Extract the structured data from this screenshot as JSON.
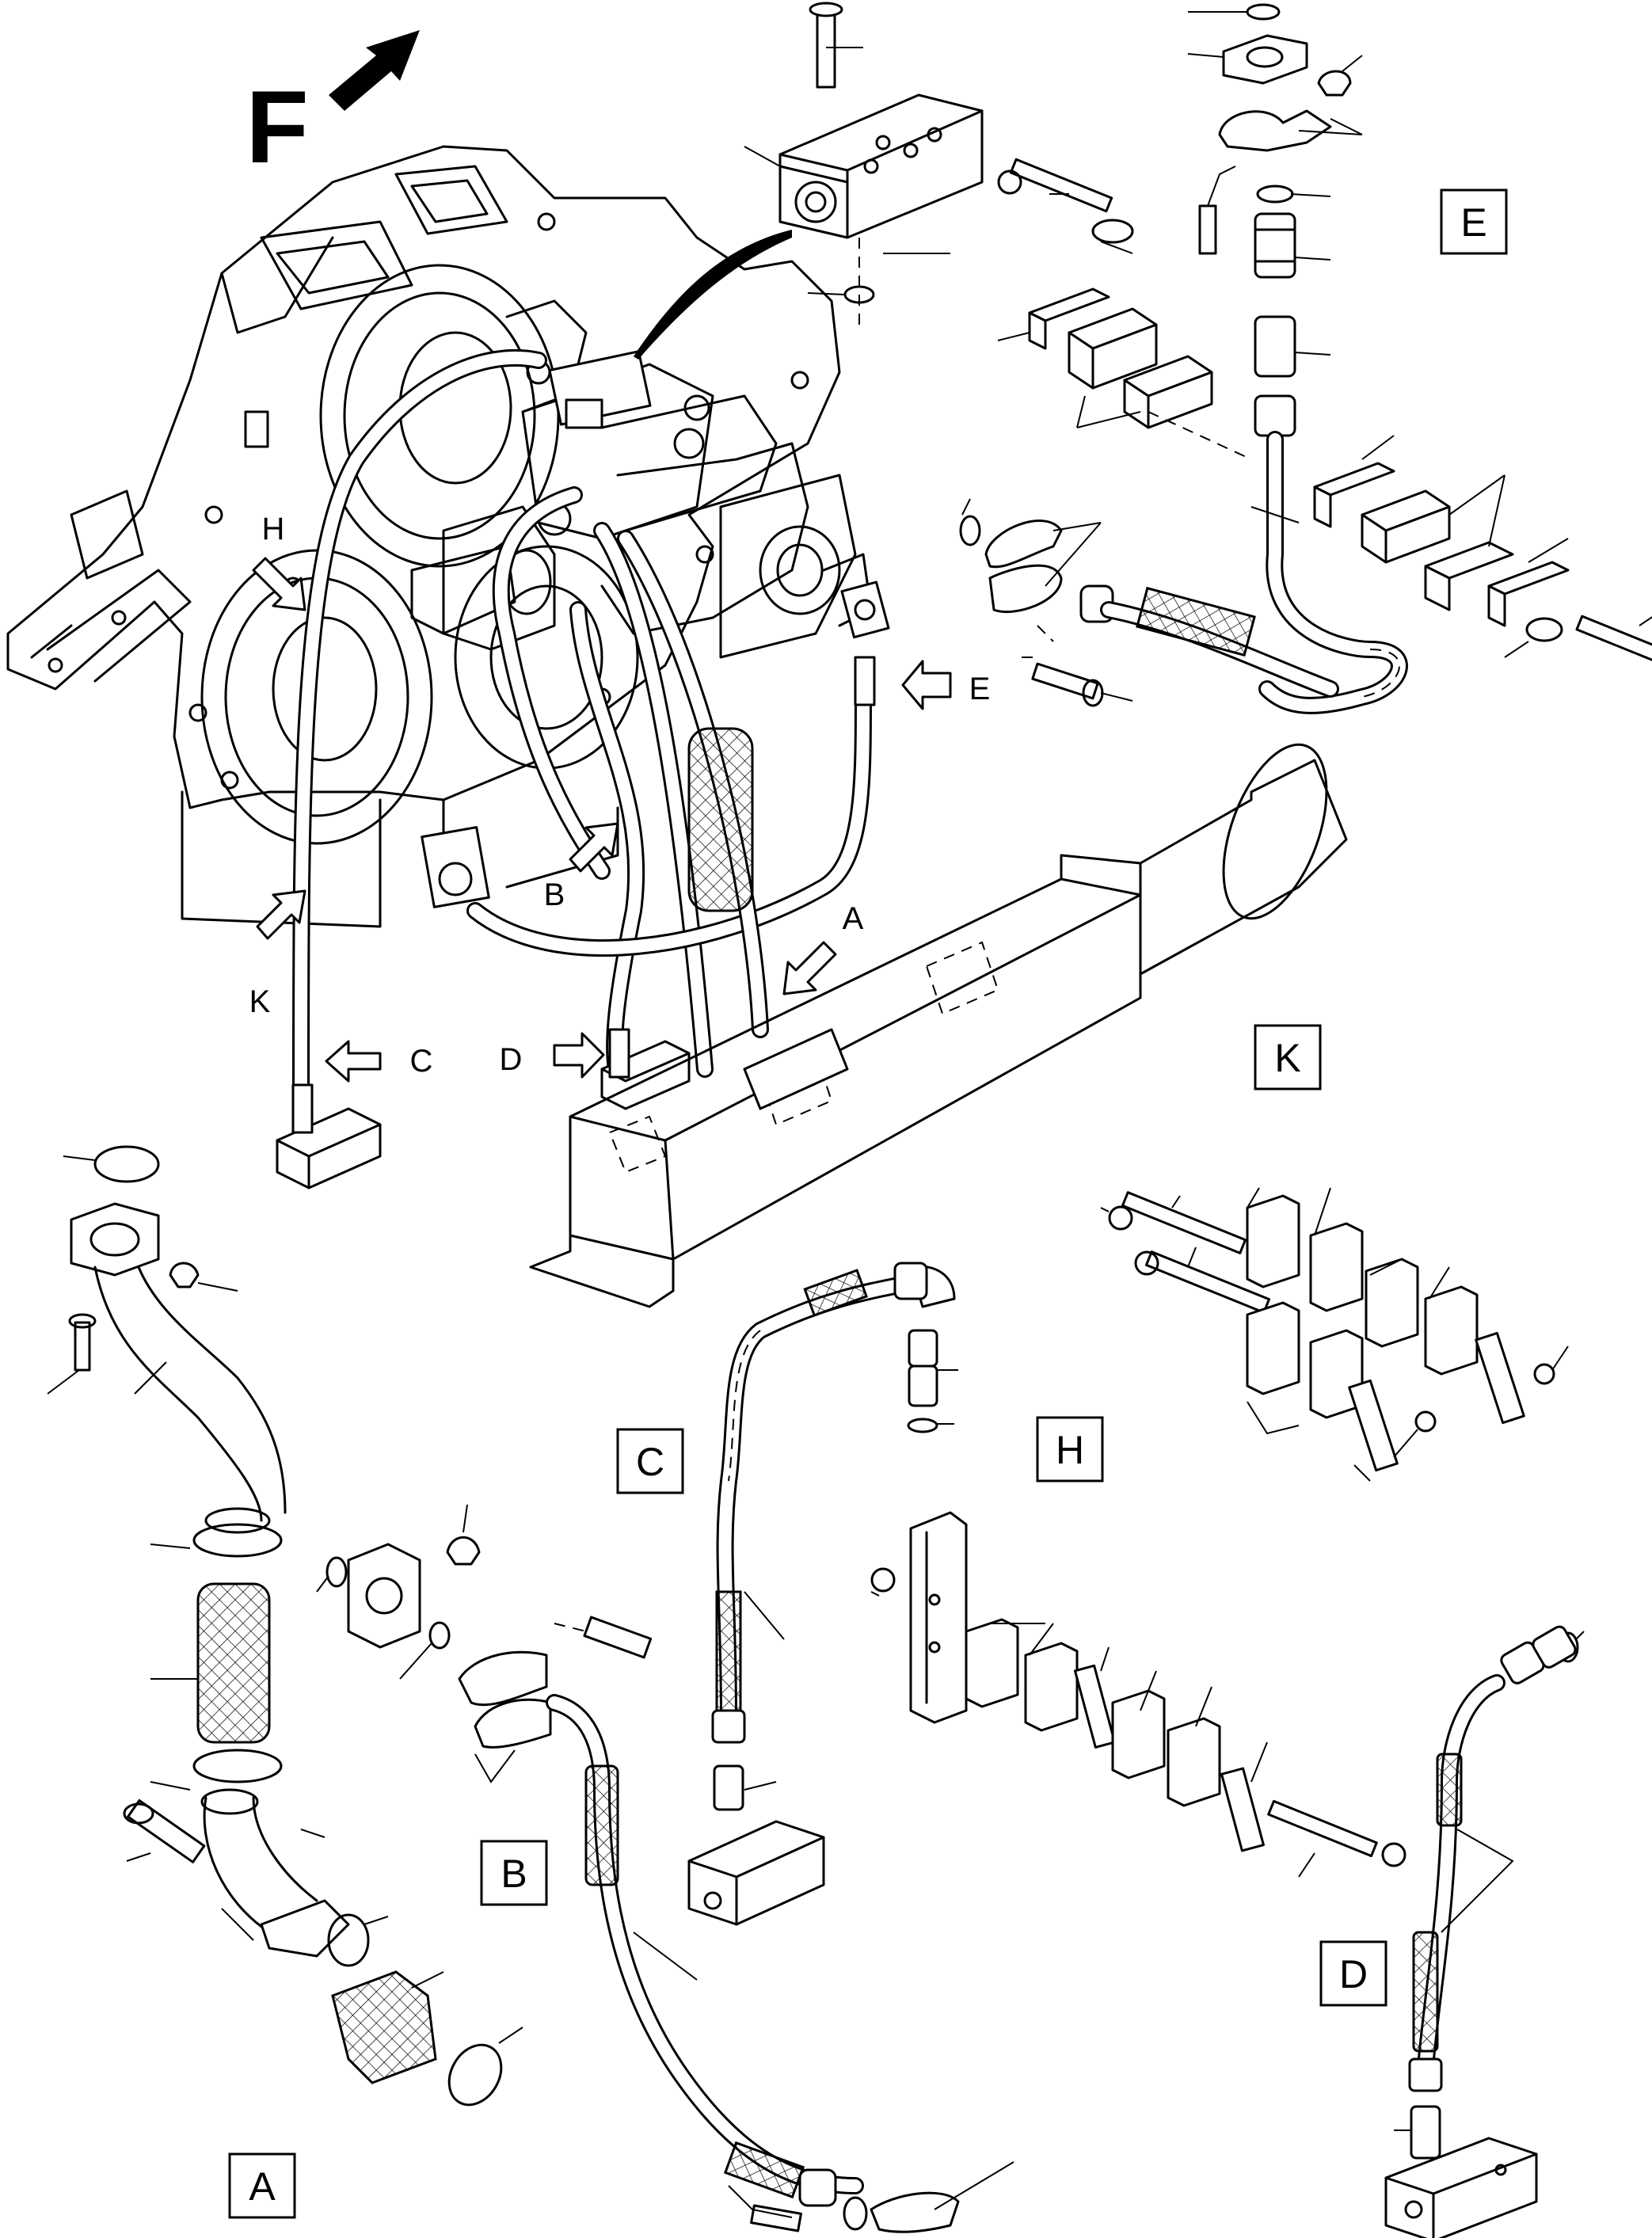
{
  "direction": {
    "letter": "F"
  },
  "view_markers": [
    {
      "id": "A",
      "label": "A"
    },
    {
      "id": "B",
      "label": "B"
    },
    {
      "id": "C",
      "label": "C"
    },
    {
      "id": "D",
      "label": "D"
    },
    {
      "id": "E",
      "label": "E"
    },
    {
      "id": "H",
      "label": "H"
    },
    {
      "id": "K",
      "label": "K"
    }
  ],
  "detail_boxes": [
    {
      "id": "E",
      "label": "E"
    },
    {
      "id": "K",
      "label": "K"
    },
    {
      "id": "C",
      "label": "C"
    },
    {
      "id": "H",
      "label": "H"
    },
    {
      "id": "B",
      "label": "B"
    },
    {
      "id": "A",
      "label": "A"
    },
    {
      "id": "D",
      "label": "D"
    }
  ]
}
